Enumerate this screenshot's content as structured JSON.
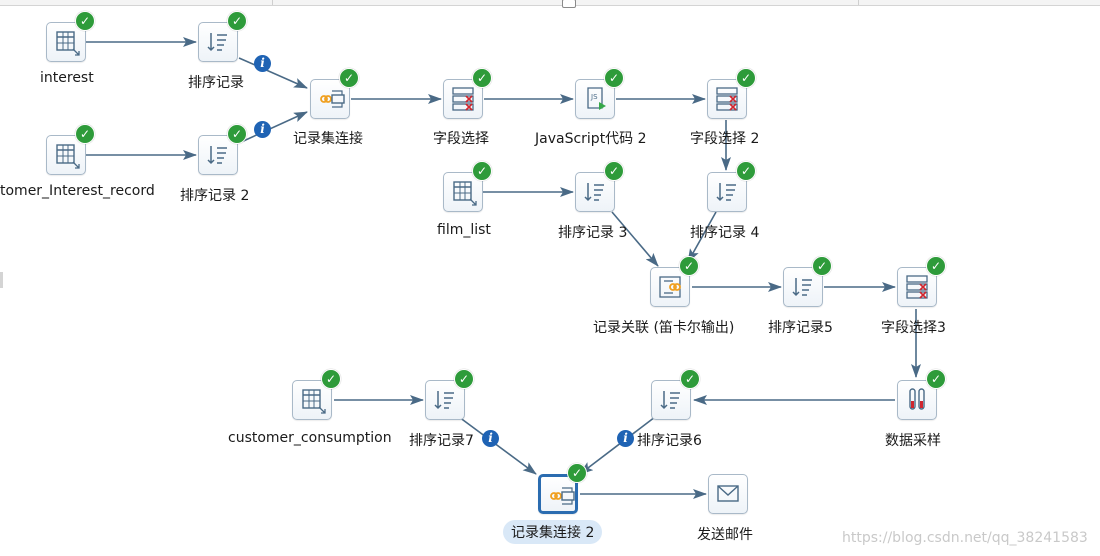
{
  "nodes": {
    "interest": {
      "label": "interest",
      "icon": "table-input-icon"
    },
    "sort1": {
      "label": "排序记录",
      "icon": "sort-icon"
    },
    "customer_interest": {
      "label": "tomer_Interest_record",
      "icon": "table-input-icon"
    },
    "sort2": {
      "label": "排序记录 2",
      "icon": "sort-icon"
    },
    "merge_join": {
      "label": "记录集连接",
      "icon": "merge-join-icon"
    },
    "select1": {
      "label": "字段选择",
      "icon": "select-values-icon"
    },
    "javascript": {
      "label": "JavaScript代码 2",
      "icon": "javascript-icon"
    },
    "select2": {
      "label": "字段选择 2",
      "icon": "select-values-icon"
    },
    "film_list": {
      "label": "film_list",
      "icon": "table-input-icon"
    },
    "sort3": {
      "label": "排序记录 3",
      "icon": "sort-icon"
    },
    "sort4": {
      "label": "排序记录 4",
      "icon": "sort-icon"
    },
    "cartesian": {
      "label": "记录关联 (笛卡尔输出)",
      "icon": "join-rows-icon"
    },
    "sort5": {
      "label": "排序记录5",
      "icon": "sort-icon"
    },
    "select3": {
      "label": "字段选择3",
      "icon": "select-values-icon"
    },
    "sampling": {
      "label": "数据采样",
      "icon": "sample-tubes-icon"
    },
    "customer_consumption": {
      "label": "customer_consumption",
      "icon": "table-input-icon"
    },
    "sort7": {
      "label": "排序记录7",
      "icon": "sort-icon"
    },
    "sort6": {
      "label": "排序记录6",
      "icon": "sort-icon"
    },
    "merge_join2": {
      "label": "记录集连接 2",
      "icon": "merge-join-icon"
    },
    "mail": {
      "label": "发送邮件",
      "icon": "mail-icon"
    }
  },
  "status": {
    "check_glyph": "✓",
    "info_glyph": "i"
  },
  "watermark": "https://blog.csdn.net/qq_38241583",
  "colors": {
    "check": "#2e9b3a",
    "info": "#1f63b4",
    "hop": "#4a6a86",
    "selected": "#2b6cb0"
  }
}
